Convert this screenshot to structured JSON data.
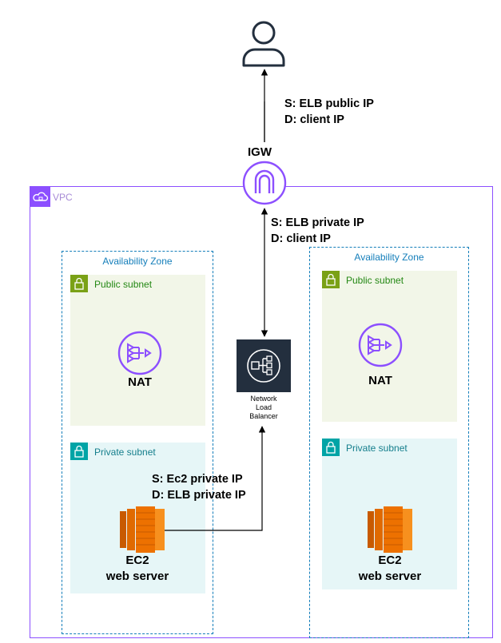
{
  "vpc": {
    "label": "VPC"
  },
  "igw": {
    "label": "IGW"
  },
  "notes": {
    "top_line1": "S: ELB public IP",
    "top_line2": "D: client IP",
    "mid_line1": "S: ELB private IP",
    "mid_line2": "D: client IP",
    "ec2_line1": "S: Ec2 private IP",
    "ec2_line2": "D: ELB private IP"
  },
  "nlb": {
    "line1": "Network",
    "line2": "Load",
    "line3": "Balancer"
  },
  "left_az": {
    "label": "Availability Zone",
    "public_subnet": "Public subnet",
    "private_subnet": "Private subnet",
    "nat_label": "NAT",
    "ec2_line1": "EC2",
    "ec2_line2": "web server"
  },
  "right_az": {
    "label": "Availability Zone",
    "public_subnet": "Public subnet",
    "private_subnet": "Private subnet",
    "nat_label": "NAT",
    "ec2_line1": "EC2",
    "ec2_line2": "web server"
  },
  "colors": {
    "vpc_border": "#8c4fff",
    "az_border": "#147eba",
    "public_subnet_bg": "#f2f6e8",
    "private_subnet_bg": "#e6f6f7",
    "nat_purple": "#8c4fff",
    "ec2_orange": "#ed7100",
    "nlb_bg": "#232f3e"
  },
  "icons": {
    "user": "user-icon",
    "igw": "internet-gateway-icon",
    "nat": "nat-gateway-icon",
    "ec2": "ec2-instance-icon",
    "nlb": "network-load-balancer-icon",
    "vpc": "vpc-cloud-icon",
    "subnet": "padlock-icon"
  }
}
